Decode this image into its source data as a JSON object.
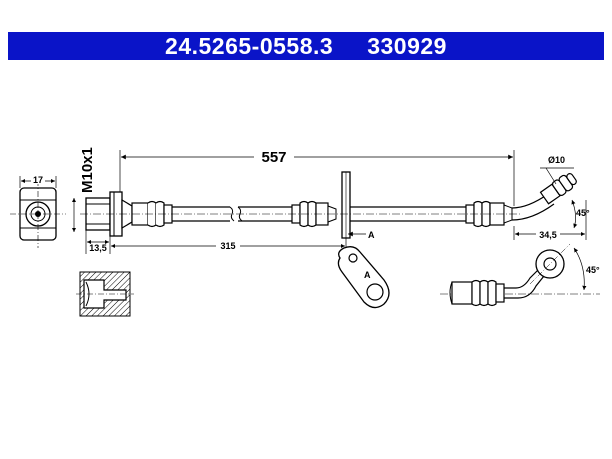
{
  "header": {
    "part_number": "24.5265-0558.3",
    "ref_number": "330929",
    "background": "#0a14c8",
    "text_color": "#ffffff"
  },
  "dimensions": {
    "total_length": "557",
    "hex_width": "17",
    "thread": "M10x1",
    "fitting_length": "13,5",
    "bracket_position": "315",
    "hole_diameter": "Ø10",
    "bend_angle_top": "45°",
    "bend_offset": "34,5",
    "bend_angle_detail": "45°",
    "section_marker": "A",
    "detail_marker": "A"
  }
}
